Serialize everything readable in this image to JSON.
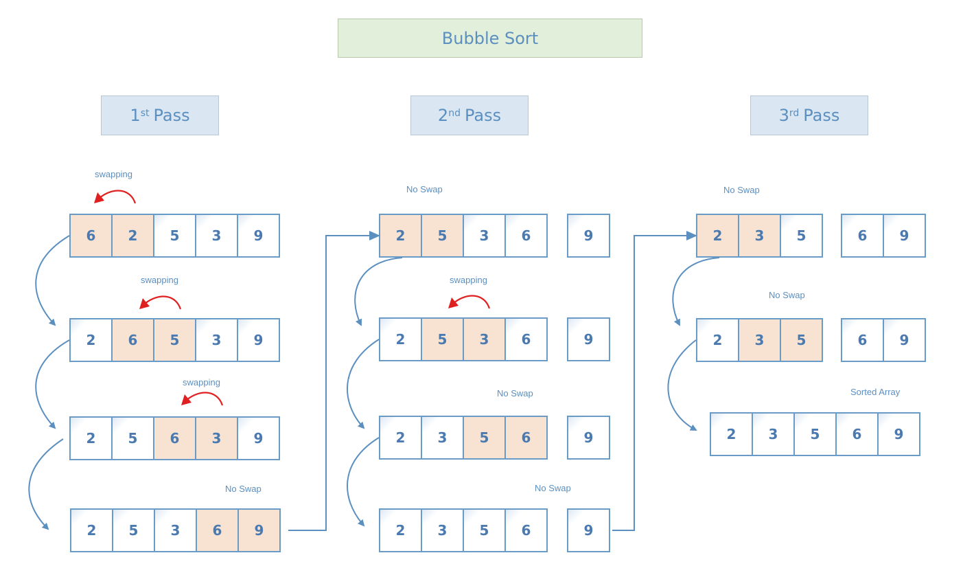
{
  "title": "Bubble Sort",
  "passes": [
    {
      "num": "1",
      "suffix": "st",
      "word": "Pass"
    },
    {
      "num": "2",
      "suffix": "nd",
      "word": "Pass"
    },
    {
      "num": "3",
      "suffix": "rd",
      "word": "Pass"
    }
  ],
  "colors": {
    "accent": "#5b8fc0",
    "highlight": "#f8e3d2",
    "border": "#6a9bc6",
    "swap_arrow": "#e02020",
    "title_bg": "#e2efda",
    "pass_bg": "#dae7f3"
  },
  "icons": {
    "swap": "curved-swap-arrow-icon",
    "flow": "flow-arrow-icon"
  },
  "pass1": {
    "steps": [
      {
        "label": "swapping",
        "values": [
          "6",
          "2",
          "5",
          "3",
          "9"
        ],
        "highlight": [
          0,
          1
        ]
      },
      {
        "label": "swapping",
        "values": [
          "2",
          "6",
          "5",
          "3",
          "9"
        ],
        "highlight": [
          1,
          2
        ]
      },
      {
        "label": "swapping",
        "values": [
          "2",
          "5",
          "6",
          "3",
          "9"
        ],
        "highlight": [
          2,
          3
        ]
      },
      {
        "label": "No Swap",
        "values": [
          "2",
          "5",
          "3",
          "6",
          "9"
        ],
        "highlight": [
          3,
          4
        ]
      }
    ]
  },
  "pass2": {
    "steps": [
      {
        "label": "No Swap",
        "values": [
          "2",
          "5",
          "3",
          "6"
        ],
        "sorted": "9",
        "highlight": [
          0,
          1
        ]
      },
      {
        "label": "swapping",
        "values": [
          "2",
          "5",
          "3",
          "6"
        ],
        "sorted": "9",
        "highlight": [
          1,
          2
        ]
      },
      {
        "label": "No Swap",
        "values": [
          "2",
          "3",
          "5",
          "6"
        ],
        "sorted": "9",
        "highlight": [
          2,
          3
        ]
      },
      {
        "label": "No Swap",
        "values": [
          "2",
          "3",
          "5",
          "6"
        ],
        "sorted": "9",
        "highlight": []
      }
    ]
  },
  "pass3": {
    "steps": [
      {
        "label": "No Swap",
        "values": [
          "2",
          "3",
          "5"
        ],
        "sorted": [
          "6",
          "9"
        ],
        "highlight": [
          0,
          1
        ]
      },
      {
        "label": "No Swap",
        "values": [
          "2",
          "3",
          "5"
        ],
        "sorted": [
          "6",
          "9"
        ],
        "highlight": [
          1,
          2
        ]
      }
    ],
    "final_label": "Sorted Array",
    "final_values": [
      "2",
      "3",
      "5",
      "6",
      "9"
    ]
  }
}
